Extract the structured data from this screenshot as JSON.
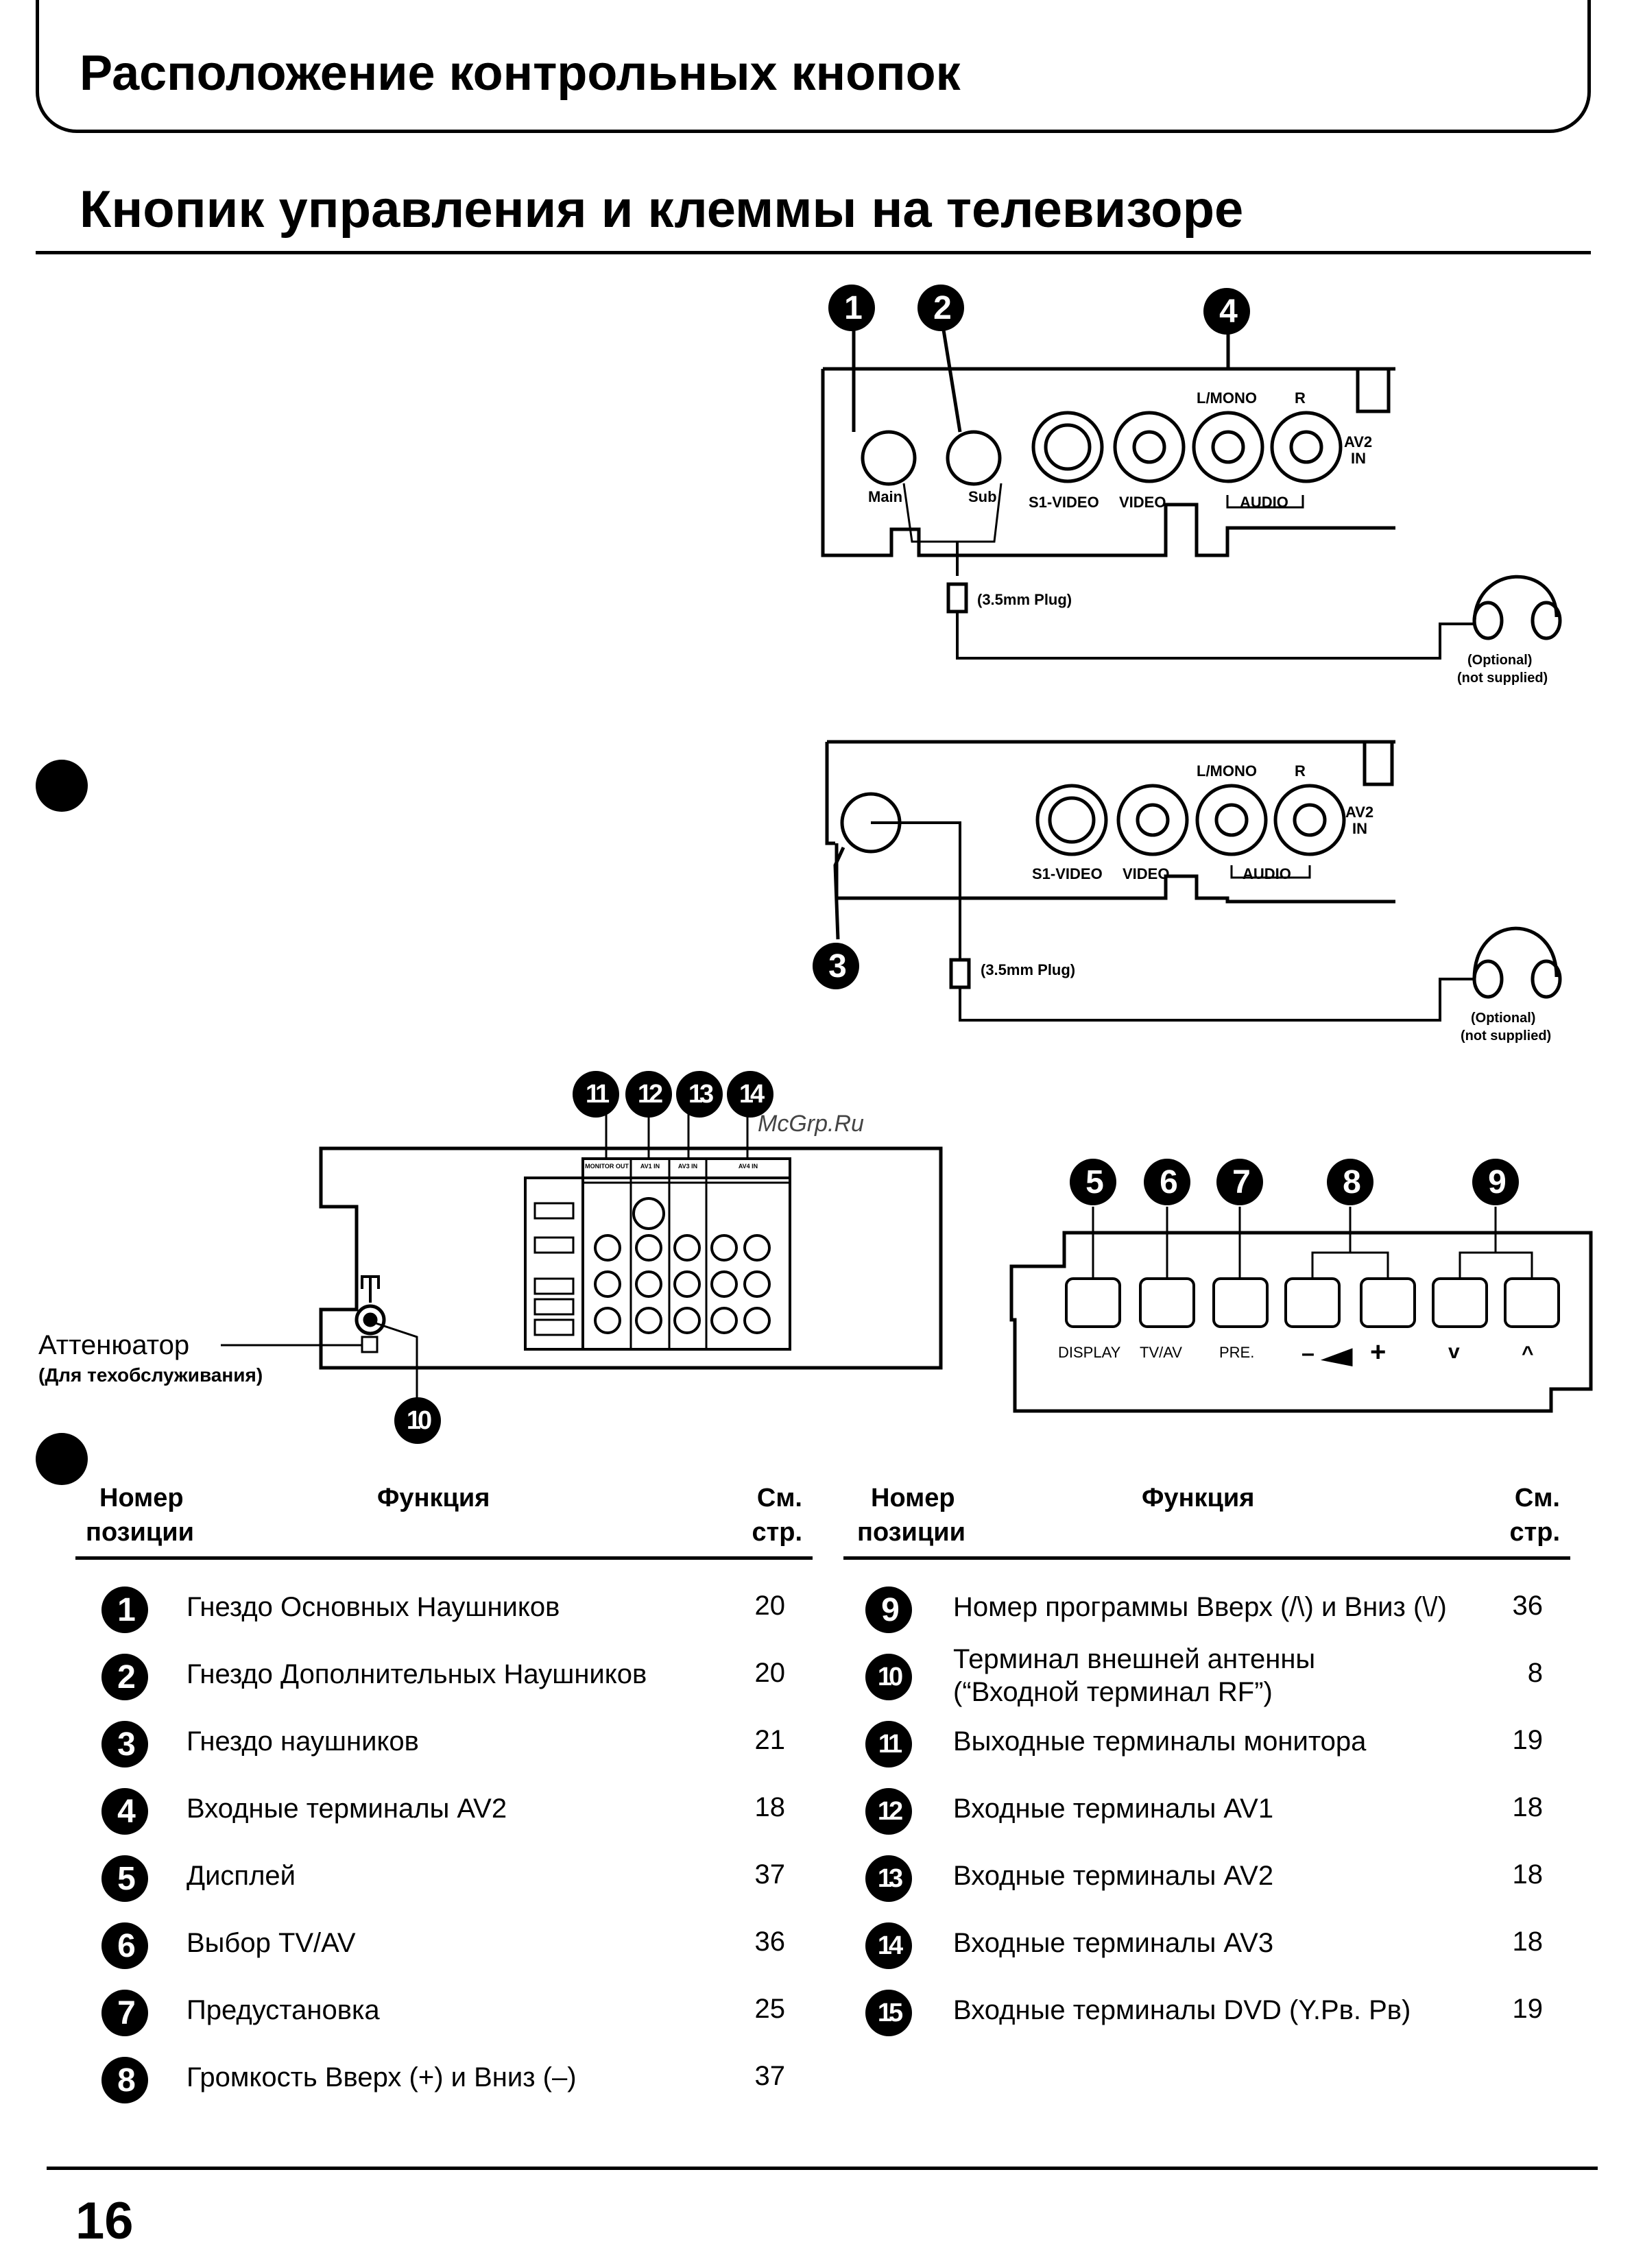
{
  "header": {
    "title": "Расположение контрольных кнопок"
  },
  "section": {
    "title": "Кнопик управления и клеммы на телевизоре"
  },
  "diagram": {
    "markers": [
      "1",
      "2",
      "3",
      "4",
      "5",
      "6",
      "7",
      "8",
      "9",
      "10",
      "11",
      "12",
      "13",
      "14"
    ],
    "panel_top": {
      "lmono": "L/MONO",
      "r": "R",
      "av2": "AV2",
      "in": "IN",
      "main": "Main",
      "sub": "Sub",
      "s1video": "S1-VIDEO",
      "video": "VIDEO",
      "audio": "AUDIO",
      "plug": "(3.5mm Plug)",
      "optional": "(Optional)",
      "not_supplied": "(not supplied)"
    },
    "panel_rear": {
      "monitor_out": "MONITOR OUT",
      "av1_in": "AV1 IN",
      "av3_in": "AV3 IN",
      "av4_in": "AV4 IN"
    },
    "attenuator": {
      "label": "Аттенюатор",
      "sub": "(Для техобслуживания)"
    },
    "front_buttons": {
      "display": "DISPLAY",
      "tvav": "TV/AV",
      "pre": "PRE.",
      "vol_minus": "–",
      "vol_plus": "+",
      "ch_down": "v",
      "ch_up": "^"
    },
    "watermark": "McGrp.Ru"
  },
  "table_headers": {
    "num": [
      "Номер",
      "позиции"
    ],
    "func": "Функция",
    "page": [
      "См.",
      "стр."
    ]
  },
  "rows_left": [
    {
      "num": "1",
      "text": "Гнездо Основных Наушников",
      "page": "20"
    },
    {
      "num": "2",
      "text": "Гнездо Дополнительных Наушников",
      "page": "20"
    },
    {
      "num": "3",
      "text": "Гнездо наушников",
      "page": "21"
    },
    {
      "num": "4",
      "text": "Входные терминалы AV2",
      "page": "18"
    },
    {
      "num": "5",
      "text": "Дисплей",
      "page": "37"
    },
    {
      "num": "6",
      "text": "Выбор TV/AV",
      "page": "36"
    },
    {
      "num": "7",
      "text": "Предустановка",
      "page": "25"
    },
    {
      "num": "8",
      "text": "Громкость Вверх (+) и Вниз (–)",
      "page": "37"
    }
  ],
  "rows_right": [
    {
      "num": "9",
      "text": "Номер программы Вверх (/\\) и Вниз (\\/)",
      "page": "36"
    },
    {
      "num": "10",
      "text": "Терминал внешней антенны",
      "text2": "(“Входной терминал RF”)",
      "page": "8"
    },
    {
      "num": "11",
      "text": "Выходные терминалы монитора",
      "page": "19"
    },
    {
      "num": "12",
      "text": "Входные терминалы AV1",
      "page": "18"
    },
    {
      "num": "13",
      "text": "Входные терминалы AV2",
      "page": "18"
    },
    {
      "num": "14",
      "text": "Входные терминалы AV3",
      "page": "18"
    },
    {
      "num": "15",
      "text": "Входные терминалы DVD (Y.Pв. Pв)",
      "page": "19"
    }
  ],
  "footer": {
    "page_number": "16"
  }
}
